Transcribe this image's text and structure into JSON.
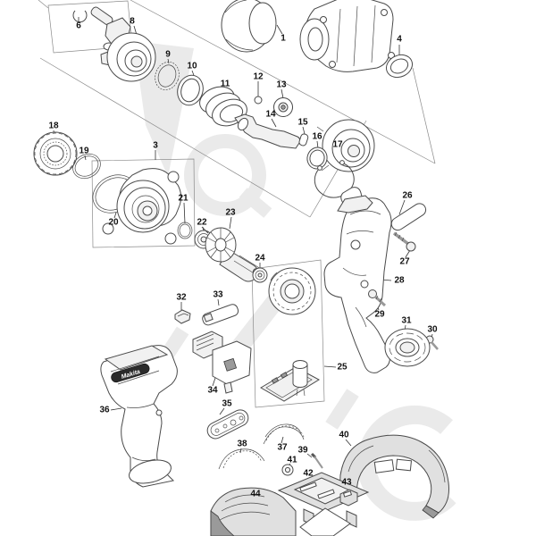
{
  "diagram": {
    "type": "exploded-parts-diagram",
    "parts": {
      "p1": "1",
      "p3": "3",
      "p4": "4",
      "p6": "6",
      "p8": "8",
      "p9": "9",
      "p10": "10",
      "p11": "11",
      "p12": "12",
      "p13": "13",
      "p14": "14",
      "p15": "15",
      "p16": "16",
      "p17": "17",
      "p18": "18",
      "p19": "19",
      "p20": "20",
      "p21": "21",
      "p22": "22",
      "p23": "23",
      "p24": "24",
      "p25": "25",
      "p26": "26",
      "p27": "27",
      "p28": "28",
      "p29": "29",
      "p30": "30",
      "p31": "31",
      "p32": "32",
      "p33": "33",
      "p34": "34",
      "p35": "35",
      "p36": "36",
      "p37": "37",
      "p38": "38",
      "p39": "39",
      "p40": "40",
      "p41": "41",
      "p42": "42",
      "p43": "43",
      "p44": "44"
    },
    "branding": {
      "handle_label": "Makita"
    },
    "watermark": {
      "color": "#eaeaea"
    },
    "style": {
      "line_color": "#4a4a4a",
      "background": "#ffffff",
      "label_color": "#111111"
    }
  }
}
